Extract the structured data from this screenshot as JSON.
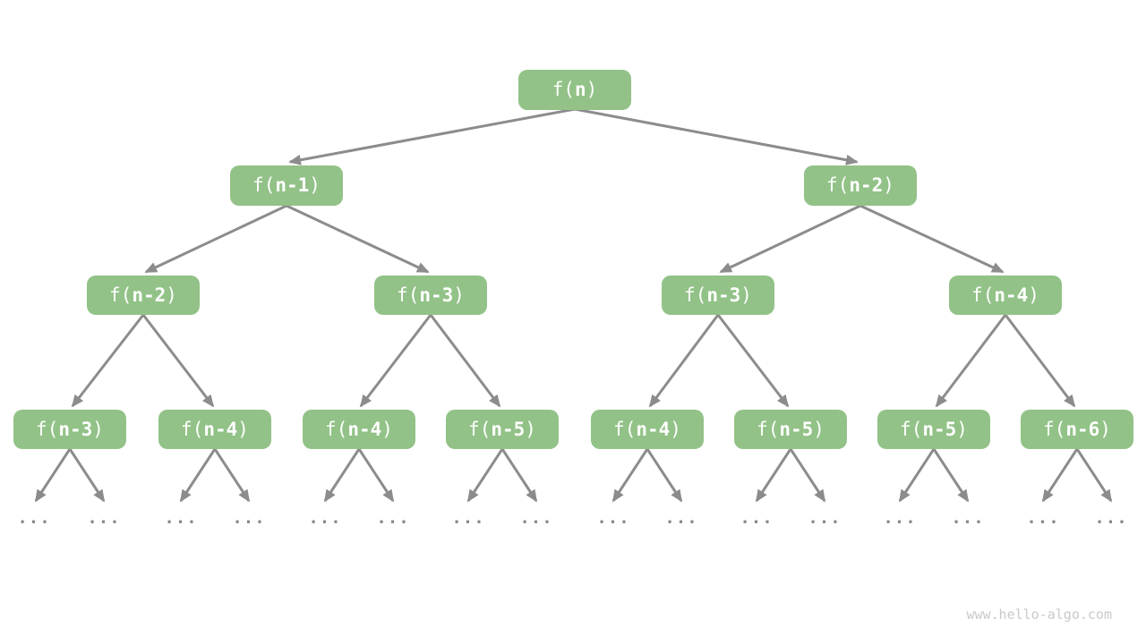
{
  "diagram": {
    "colors": {
      "node_fill": "#92C287",
      "node_text": "#FFFFFF",
      "edge": "#8C8C8C",
      "ellipsis": "#8A8A8A",
      "watermark": "#C9C9C9",
      "background": "#FFFFFF"
    },
    "ellipsis": "...",
    "watermark": "www.hello-algo.com",
    "nodes": [
      {
        "label": "f(n)",
        "pre": "f(",
        "arg": "n",
        "post": ")",
        "level": 1
      },
      {
        "label": "f(n-1)",
        "pre": "f(",
        "arg": "n-1",
        "post": ")",
        "level": 2
      },
      {
        "label": "f(n-2)",
        "pre": "f(",
        "arg": "n-2",
        "post": ")",
        "level": 2
      },
      {
        "label": "f(n-2)",
        "pre": "f(",
        "arg": "n-2",
        "post": ")",
        "level": 3
      },
      {
        "label": "f(n-3)",
        "pre": "f(",
        "arg": "n-3",
        "post": ")",
        "level": 3
      },
      {
        "label": "f(n-3)",
        "pre": "f(",
        "arg": "n-3",
        "post": ")",
        "level": 3
      },
      {
        "label": "f(n-4)",
        "pre": "f(",
        "arg": "n-4",
        "post": ")",
        "level": 3
      },
      {
        "label": "f(n-3)",
        "pre": "f(",
        "arg": "n-3",
        "post": ")",
        "level": 4
      },
      {
        "label": "f(n-4)",
        "pre": "f(",
        "arg": "n-4",
        "post": ")",
        "level": 4
      },
      {
        "label": "f(n-4)",
        "pre": "f(",
        "arg": "n-4",
        "post": ")",
        "level": 4
      },
      {
        "label": "f(n-5)",
        "pre": "f(",
        "arg": "n-5",
        "post": ")",
        "level": 4
      },
      {
        "label": "f(n-4)",
        "pre": "f(",
        "arg": "n-4",
        "post": ")",
        "level": 4
      },
      {
        "label": "f(n-5)",
        "pre": "f(",
        "arg": "n-5",
        "post": ")",
        "level": 4
      },
      {
        "label": "f(n-5)",
        "pre": "f(",
        "arg": "n-5",
        "post": ")",
        "level": 4
      },
      {
        "label": "f(n-6)",
        "pre": "f(",
        "arg": "n-6",
        "post": ")",
        "level": 4
      }
    ],
    "edges": [
      [
        0,
        1
      ],
      [
        0,
        2
      ],
      [
        1,
        3
      ],
      [
        1,
        4
      ],
      [
        2,
        5
      ],
      [
        2,
        6
      ],
      [
        3,
        7
      ],
      [
        3,
        8
      ],
      [
        4,
        9
      ],
      [
        4,
        10
      ],
      [
        5,
        11
      ],
      [
        5,
        12
      ],
      [
        6,
        13
      ],
      [
        6,
        14
      ]
    ],
    "leaves_per_level4_node": 2
  }
}
